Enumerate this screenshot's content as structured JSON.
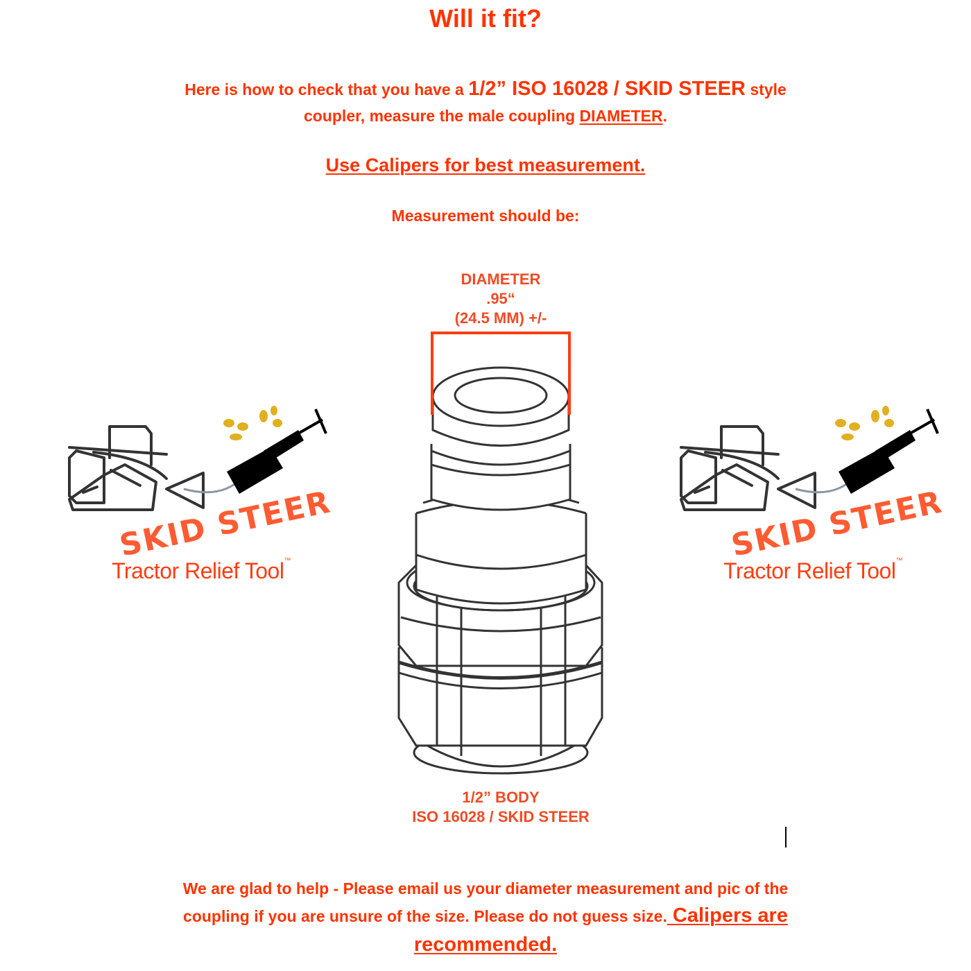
{
  "title": "Will it fit?",
  "intro": {
    "line1_pre": "Here is how to check that you have a ",
    "line1_big": "1/2” ISO 16028 / SKID STEER",
    "line1_post": " style",
    "line2_pre": "coupler, measure the male coupling ",
    "line2_link": "DIAMETER",
    "line2_post": "."
  },
  "calipers_note": "Use Calipers for best measurement.",
  "measurement_heading": "Measurement should be:",
  "diagram": {
    "label_top": [
      "DIAMETER",
      ".95“",
      "(24.5 MM) +/-"
    ],
    "label_bottom": [
      "1/2” BODY",
      "ISO 16028 / SKID STEER"
    ]
  },
  "logo": {
    "skid": "SKID STEER",
    "brand": "Tractor Relief Tool",
    "tm": "™"
  },
  "footer": {
    "line1": "We are glad to help - Please email us your diameter measurement and pic of the",
    "line2": "coupling if you are unsure of the size. Please do not guess size.",
    "emph1": " Calipers are",
    "emph2": "recommended."
  },
  "colors": {
    "text": "#ff3300",
    "diagram_label": "#ee4b26",
    "bracket": "#ff3d12"
  }
}
